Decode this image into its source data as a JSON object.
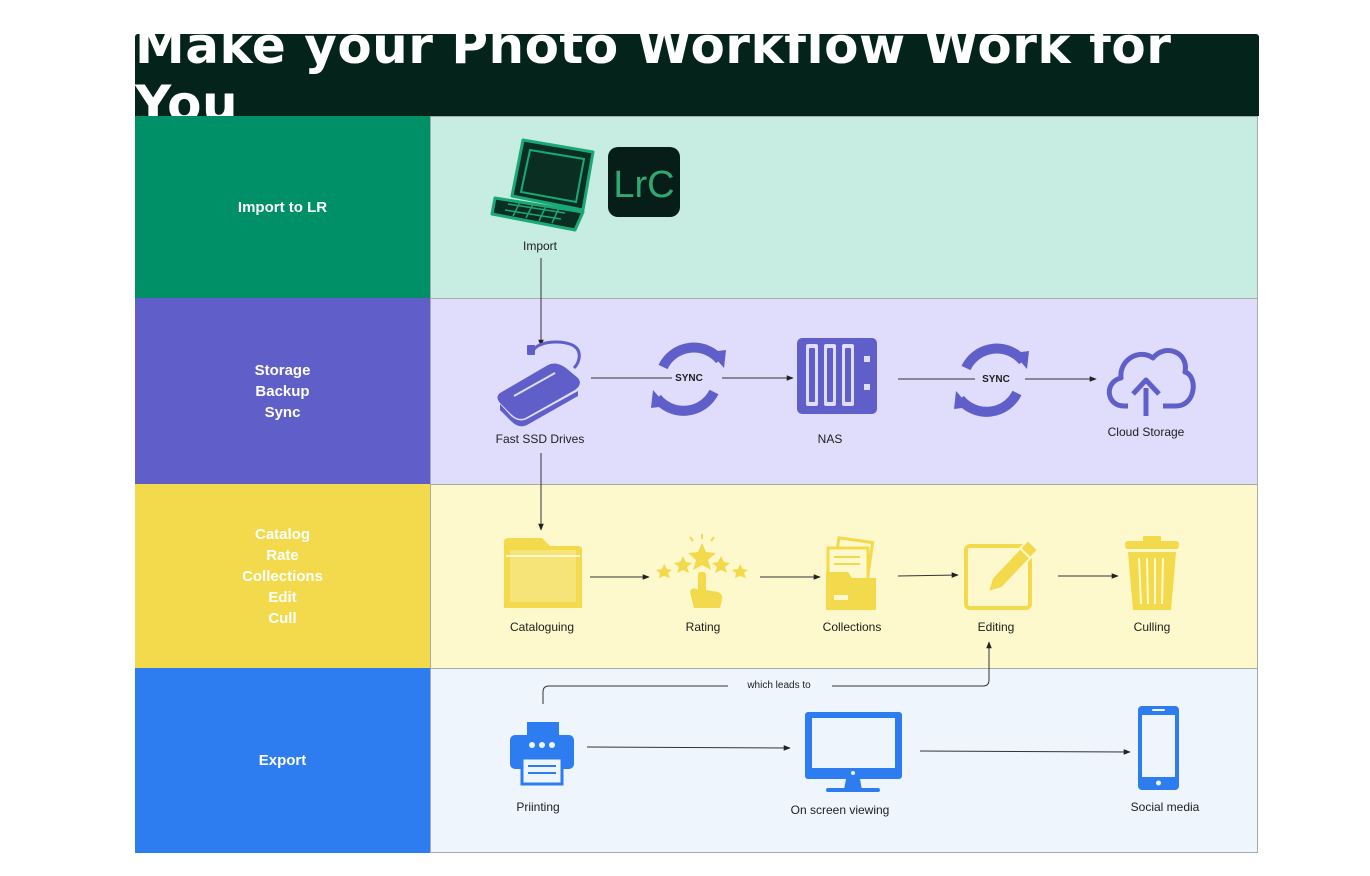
{
  "title": "Make your Photo Workflow Work for You",
  "colors": {
    "title_bg": "#03231b",
    "import_dark": "#009068",
    "import_light": "#c7ece2",
    "storage_dark": "#605fc9",
    "storage_light": "#e0dcfc",
    "catalog_dark": "#f3d94c",
    "catalog_light": "#fdf9cc",
    "export_dark": "#2e7df0",
    "export_light": "#eef5fd"
  },
  "rows": [
    {
      "id": "import",
      "label": "Import to LR"
    },
    {
      "id": "storage",
      "label": "Storage\nBackup\nSync"
    },
    {
      "id": "catalog",
      "label": "Catalog\nRate\nCollections\nEdit\nCull"
    },
    {
      "id": "export",
      "label": "Export"
    }
  ],
  "nodes": {
    "import": "Import",
    "lrc_logo": "LrC",
    "ssd": "Fast SSD Drives",
    "sync": "SYNC",
    "nas": "NAS",
    "cloud": "Cloud Storage",
    "cataloguing": "Cataloguing",
    "rating": "Rating",
    "collections": "Collections",
    "editing": "Editing",
    "culling": "Culling",
    "printing": "Priinting",
    "screen": "On screen viewing",
    "social": "Social media"
  },
  "edges": {
    "loop_label": "which leads to"
  },
  "icons": [
    "laptop-icon",
    "lightroom-classic-logo",
    "ssd-drive-icon",
    "sync-icon",
    "nas-icon",
    "cloud-upload-icon",
    "folder-icon",
    "star-rating-icon",
    "collections-icon",
    "edit-pencil-icon",
    "trash-bin-icon",
    "printer-icon",
    "monitor-icon",
    "smartphone-icon"
  ]
}
